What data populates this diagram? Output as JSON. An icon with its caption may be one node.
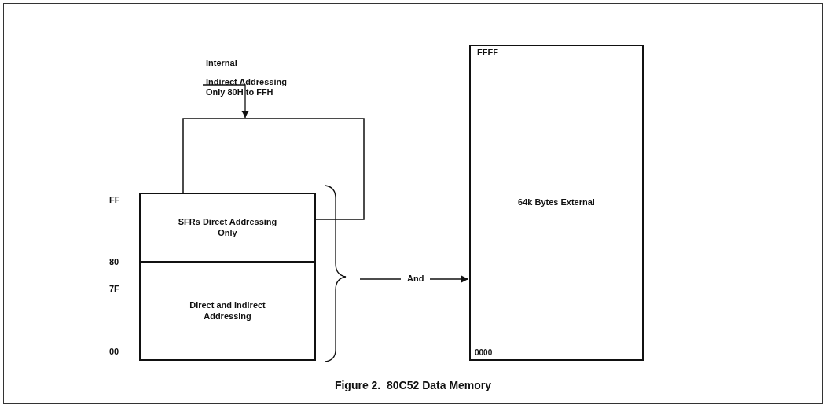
{
  "diagram": {
    "caption": "Figure 2.  80C52 Data Memory",
    "nodes": [
      {
        "text": [
          "Indirect Addressing Only 80H to FFH"
        ]
      },
      {
        "text": [],
        "shape": "box"
      },
      {
        "text": [
          "SFRs Direct Addressing Only"
        ]
      },
      {
        "text": [
          "Direct and Indirect Addressing"
        ]
      },
      {
        "text": [
          "64k Bytes External"
        ]
      }
    ],
    "edges": [
      {
        "from": 0,
        "to": 1,
        "arrow": "to"
      },
      {
        "from": null,
        "to": 4,
        "arrow": "to",
        "label": "And"
      }
    ],
    "labels": [
      "Internal",
      "FFFF",
      "FF",
      "80",
      "7F",
      "00",
      "0000"
    ]
  }
}
